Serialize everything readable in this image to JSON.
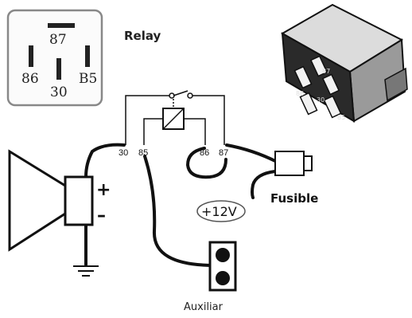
{
  "relay_diagram": {
    "title": "Relay",
    "pins": {
      "top": "87",
      "left": "86",
      "right": "B5",
      "bottom": "30"
    }
  },
  "relay_photo": {
    "pin_marks": [
      "87",
      "86",
      "30",
      "85"
    ]
  },
  "terminals": [
    "30",
    "85",
    "86",
    "87"
  ],
  "speaker": {
    "plus": "+",
    "minus": "–"
  },
  "fuse": {
    "label": "Fusible"
  },
  "supply": {
    "label": "+12V"
  },
  "aux": {
    "label": "Auxiliar"
  }
}
